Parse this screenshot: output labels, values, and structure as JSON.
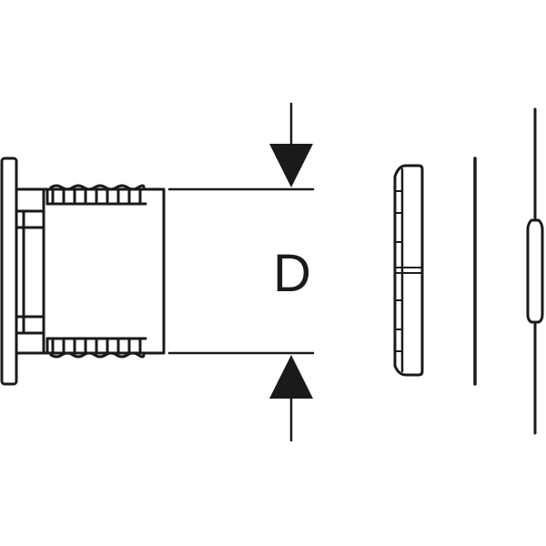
{
  "diagram": {
    "dimension_label": "D",
    "stroke_color": "#1a1a1a",
    "background_color": "#ffffff",
    "parts": [
      "threaded-sleeve",
      "cover-plate",
      "flat-washer",
      "profile-seal"
    ]
  }
}
